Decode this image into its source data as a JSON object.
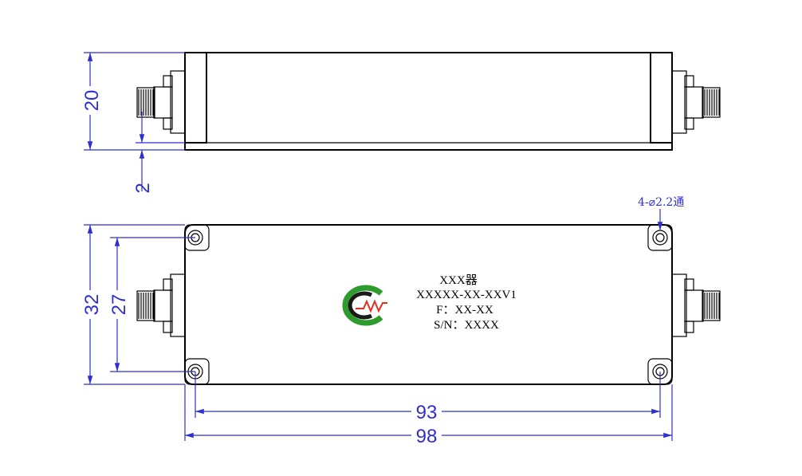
{
  "dimensions": {
    "height_top": "20",
    "offset": "2",
    "height_bottom": "32",
    "hole_spacing_v": "27",
    "hole_spacing_h": "93",
    "length": "98"
  },
  "hole_note": "4-⌀2.2通",
  "nameplate": {
    "line1": "XXX器",
    "line2": "XXXXX-XX-XXV1",
    "line3": "F：XX-XX",
    "line4": "S/N：XXXX"
  },
  "logo": {
    "colors": {
      "green": "#2e9b2e",
      "dark": "#1a1a1a",
      "red": "#e03020"
    }
  },
  "colors": {
    "dimension": "#2f2fd0",
    "outline": "#000000"
  }
}
